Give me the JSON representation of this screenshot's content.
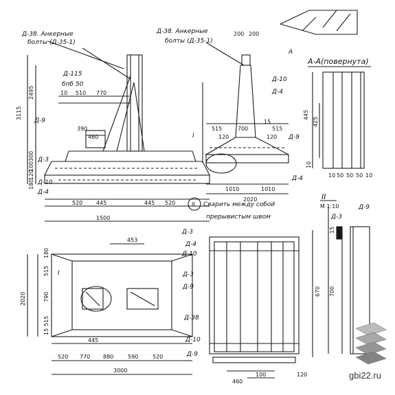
{
  "callouts": {
    "d38_anchor_left": "Д-38. Анкерные",
    "d38_anchor_left_sub": "болты (Д-35-1)",
    "d38_anchor_right": "Д-38. Анкерные",
    "d38_anchor_right_sub": "болты (Д-35-1)",
    "d115": "Д-115",
    "d115_sub": "бпб 50",
    "d9_left": "Д-9",
    "d3_left": "Д-3",
    "d10_left": "Д-10",
    "d4_left": "Д-4",
    "d3_mid": "Д-3",
    "d9_mid": "Д-9",
    "d4_mid": "Д-4",
    "section_aa": "А-А(повернута)",
    "section_a": "А",
    "d10_right": "Д-10",
    "d4_right": "Д-4",
    "d9_right": "Д-9",
    "node_ii": "II",
    "scale_ii": "М 1:10",
    "d3_node": "Д-3",
    "d9_node": "Д-9",
    "weld_note_num": "II",
    "weld_note_1": "Сварить между собой",
    "weld_note_2": "прерывистым швом",
    "node_i_plan": "I",
    "node_i_side": "I",
    "plan_d3": "Д-3",
    "plan_d4": "Д-4",
    "plan_d10": "Д-10",
    "plan_d3b": "Д-3",
    "plan_d9": "Д-9",
    "plan_d38": "Д-38",
    "plan_d10b": "Д-10",
    "plan_d9b": "Д-9",
    "watermark": "gbi22.ru"
  },
  "dims": {
    "v3115": "3115",
    "v2495": "2495",
    "v300": "300",
    "v100a": "100",
    "v120a": "120",
    "v180": "180",
    "h10": "10",
    "h510": "510",
    "h770": "770",
    "h390a": "390",
    "h460": "460",
    "h1500": "1500",
    "h520": "520",
    "h445a": "445",
    "h445b": "445",
    "h520b": "520",
    "t200a": "200",
    "t200b": "200",
    "m1010a": "1010",
    "m1010b": "1010",
    "m2020": "2020",
    "m515a": "515",
    "m700": "700",
    "m15": "15",
    "m515b": "515",
    "m120a": "120",
    "m120b": "120",
    "r445": "445",
    "r425": "425",
    "r10a": "10",
    "r10b": "10",
    "r50a": "50",
    "r50b": "50",
    "r50c": "50",
    "r10c": "10",
    "n670": "670",
    "n700": "700",
    "n15": "15",
    "p453": "453",
    "p180": "180",
    "p515a": "515",
    "p790": "790",
    "p2020": "2020",
    "p515b": "515",
    "p15": "15",
    "p3000": "3000",
    "p520a": "520",
    "p770": "770",
    "p880": "880",
    "p590": "590",
    "p520b": "520",
    "p445": "445",
    "b460": "460",
    "b100": "100",
    "b120": "120"
  }
}
